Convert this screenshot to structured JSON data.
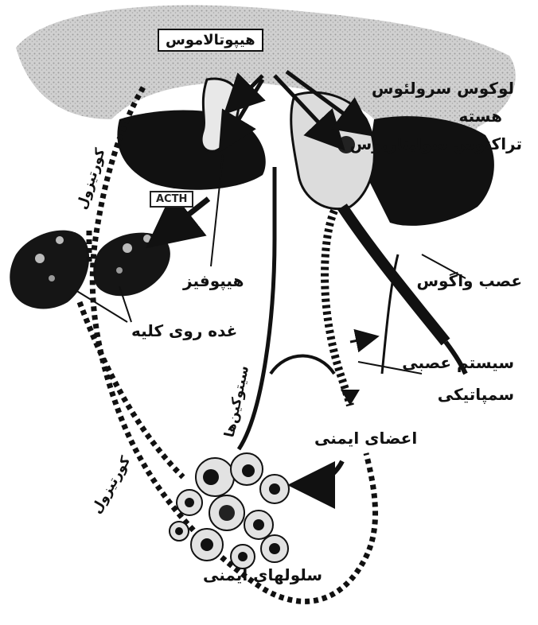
{
  "labels": {
    "hypothalamus": "هیپوتالاموس",
    "locus_coeruleus": "لوکوس سرولئوس",
    "nucleus": "هسته",
    "tractus_solitarius": "تراکتوس سولیتاریوس",
    "acth": "ACTH",
    "hypophysis": "هیپوفیز",
    "vagus_nerve": "عصب واگوس",
    "adrenal_gland": "غده روی کلیه",
    "sympathetic_line1": "سیستم عصبی",
    "sympathetic_line2": "سمپاتیکی",
    "cytokines": "سیتوکین‌ها",
    "immune_organs": "اعضای ایمنی",
    "cortisol_upper": "کورتیزول",
    "cortisol_lower": "کورتیزول",
    "immune_cells": "سلولهای ایمنی"
  },
  "colors": {
    "ink": "#111111",
    "background": "#ffffff",
    "shade": "#9a9a9a"
  }
}
